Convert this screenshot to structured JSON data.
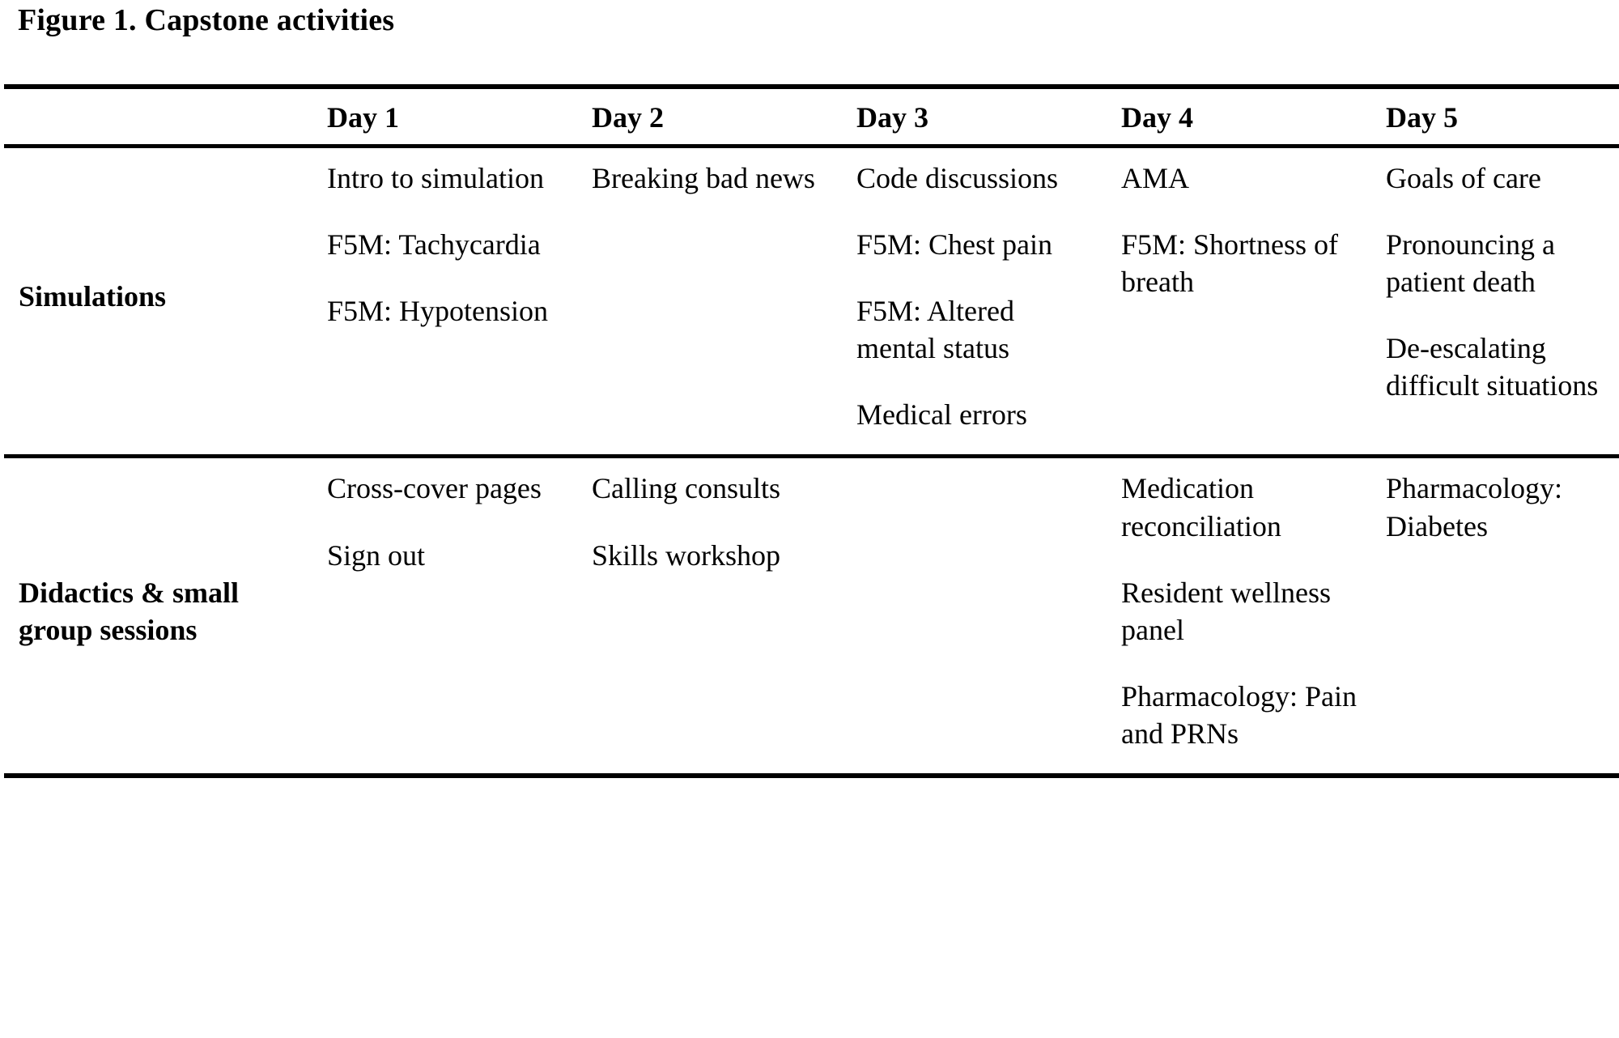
{
  "figure": {
    "caption": "Figure 1. Capstone activities"
  },
  "table": {
    "corner_header": "",
    "columns": [
      {
        "key": "day1",
        "label": "Day 1"
      },
      {
        "key": "day2",
        "label": "Day 2"
      },
      {
        "key": "day3",
        "label": "Day 3"
      },
      {
        "key": "day4",
        "label": "Day 4"
      },
      {
        "key": "day5",
        "label": "Day 5"
      }
    ],
    "rows": [
      {
        "label": "Simulations",
        "cells": {
          "day1": [
            "Intro to simulation",
            "F5M: Tachycardia",
            "F5M: Hypotension"
          ],
          "day2": [
            "Breaking bad news"
          ],
          "day3": [
            "Code discussions",
            "F5M: Chest pain",
            "F5M: Altered mental status",
            "Medical errors"
          ],
          "day4": [
            "AMA",
            "F5M: Shortness of breath"
          ],
          "day5": [
            "Goals of care",
            "Pronouncing a patient death",
            "De-escalating difficult situations"
          ]
        }
      },
      {
        "label": "Didactics & small group sessions",
        "cells": {
          "day1": [
            "Cross-cover pages",
            "Sign out"
          ],
          "day2": [
            "Calling consults",
            "Skills workshop"
          ],
          "day3": [],
          "day4": [
            "Medication reconciliation",
            "Resident wellness panel",
            "Pharmacology: Pain and PRNs"
          ],
          "day5": [
            "Pharmacology: Diabetes"
          ]
        }
      }
    ]
  },
  "style": {
    "text_color": "#000000",
    "background_color": "#ffffff",
    "rule_color": "#000000"
  }
}
